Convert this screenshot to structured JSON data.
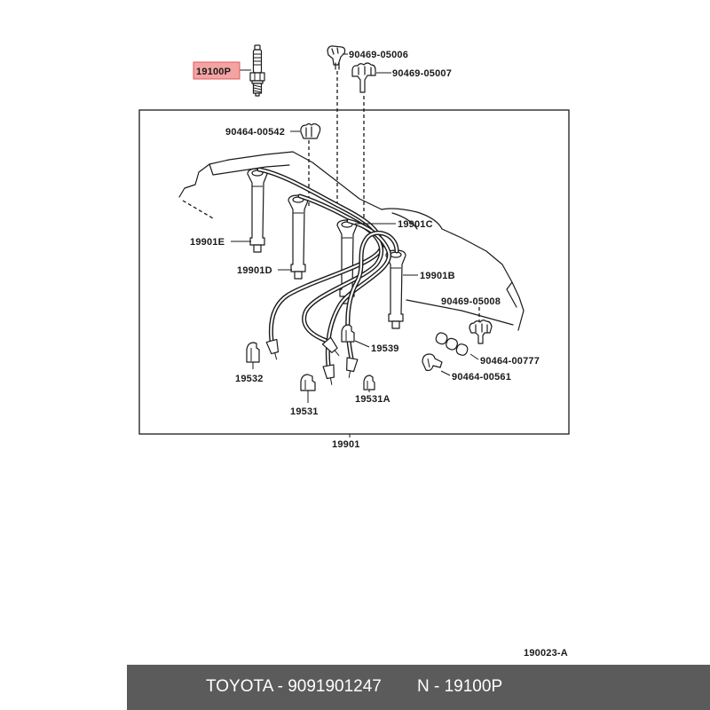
{
  "highlighted_part": "19100P",
  "parts": {
    "p19100P": "19100P",
    "p90469_05006": "90469-05006",
    "p90469_05007": "90469-05007",
    "p90464_00542": "90464-00542",
    "p19901C": "19901C",
    "p19901E": "19901E",
    "p19901D": "19901D",
    "p19901B": "19901B",
    "p90469_05008": "90469-05008",
    "p19539": "19539",
    "p90464_00777": "90464-00777",
    "p19532": "19532",
    "p90464_00561": "90464-00561",
    "p19531": "19531",
    "p19531A": "19531A",
    "p19901": "19901"
  },
  "diagram_code": "190023-A",
  "footer": {
    "left": "TOYOTA - 9091901247",
    "right": "N - 19100P"
  },
  "colors": {
    "highlight_fill": "#f4a3a3",
    "highlight_border": "#e05a5a",
    "footer_bg": "#5b5b5b",
    "footer_text": "#ffffff"
  }
}
